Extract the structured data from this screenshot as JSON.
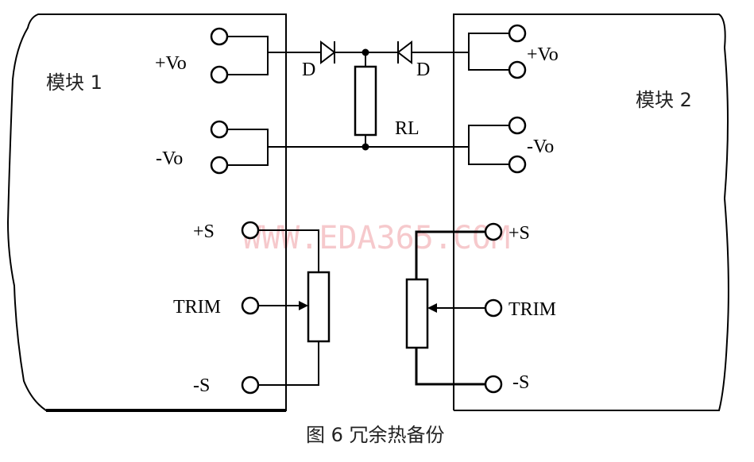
{
  "modules": {
    "left": "模块 1",
    "right": "模块 2"
  },
  "left_terminals": {
    "plus_vo": "+Vo",
    "minus_vo": "-Vo",
    "plus_s": "+S",
    "trim": "TRIM",
    "minus_s": "-S"
  },
  "right_terminals": {
    "plus_vo": "+Vo",
    "minus_vo": "-Vo",
    "plus_s": "+S",
    "trim": "TRIM",
    "minus_s": "-S"
  },
  "components": {
    "diode_left": "D",
    "diode_right": "D",
    "load": "RL"
  },
  "watermark": "WWW.EDA365.COM",
  "caption": "图 6 冗余热备份"
}
